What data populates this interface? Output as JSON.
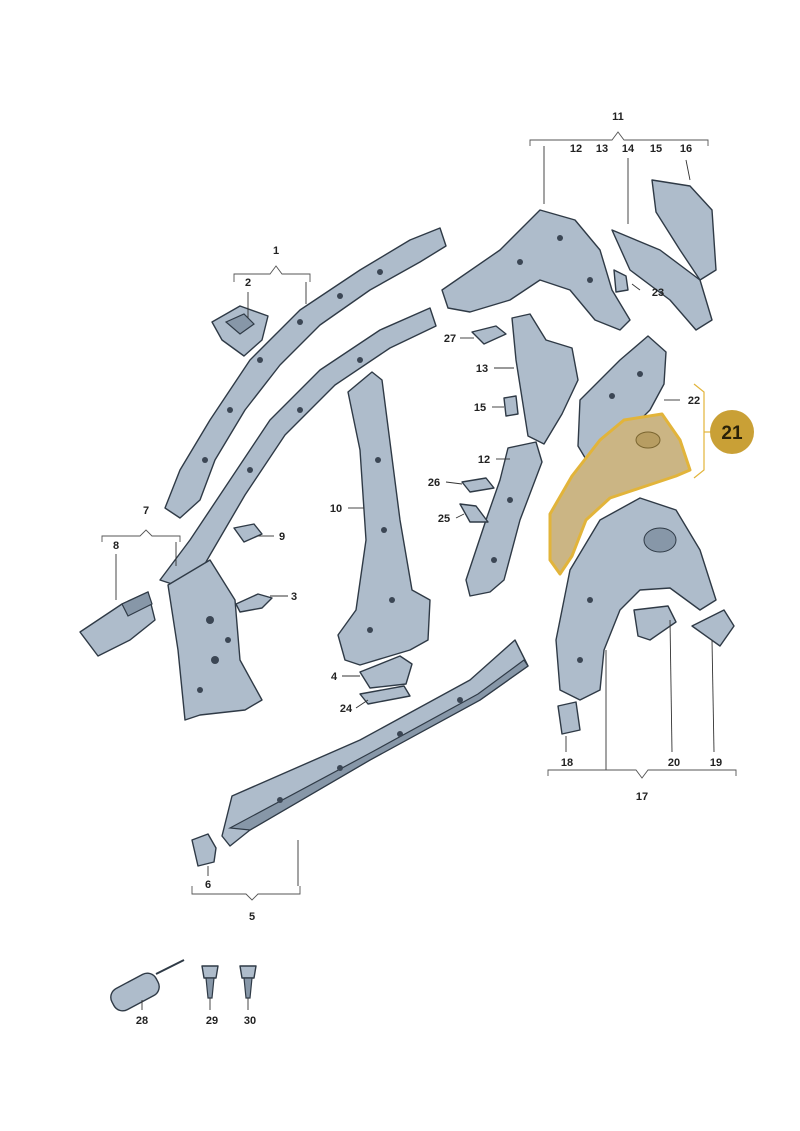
{
  "callouts": {
    "c1": "1",
    "c2": "2",
    "c3": "3",
    "c4": "4",
    "c5": "5",
    "c6": "6",
    "c7": "7",
    "c8": "8",
    "c9": "9",
    "c10": "10",
    "c11": "11",
    "c12a": "12",
    "c12b": "12",
    "c13a": "13",
    "c13b": "13",
    "c14": "14",
    "c15a": "15",
    "c15b": "15",
    "c16": "16",
    "c17": "17",
    "c18": "18",
    "c19": "19",
    "c20": "20",
    "c22": "22",
    "c23": "23",
    "c24": "24",
    "c25": "25",
    "c26": "26",
    "c27": "27",
    "c28": "28",
    "c29": "29",
    "c30": "30"
  },
  "highlight": {
    "label": "21",
    "color": "#c9a036"
  }
}
